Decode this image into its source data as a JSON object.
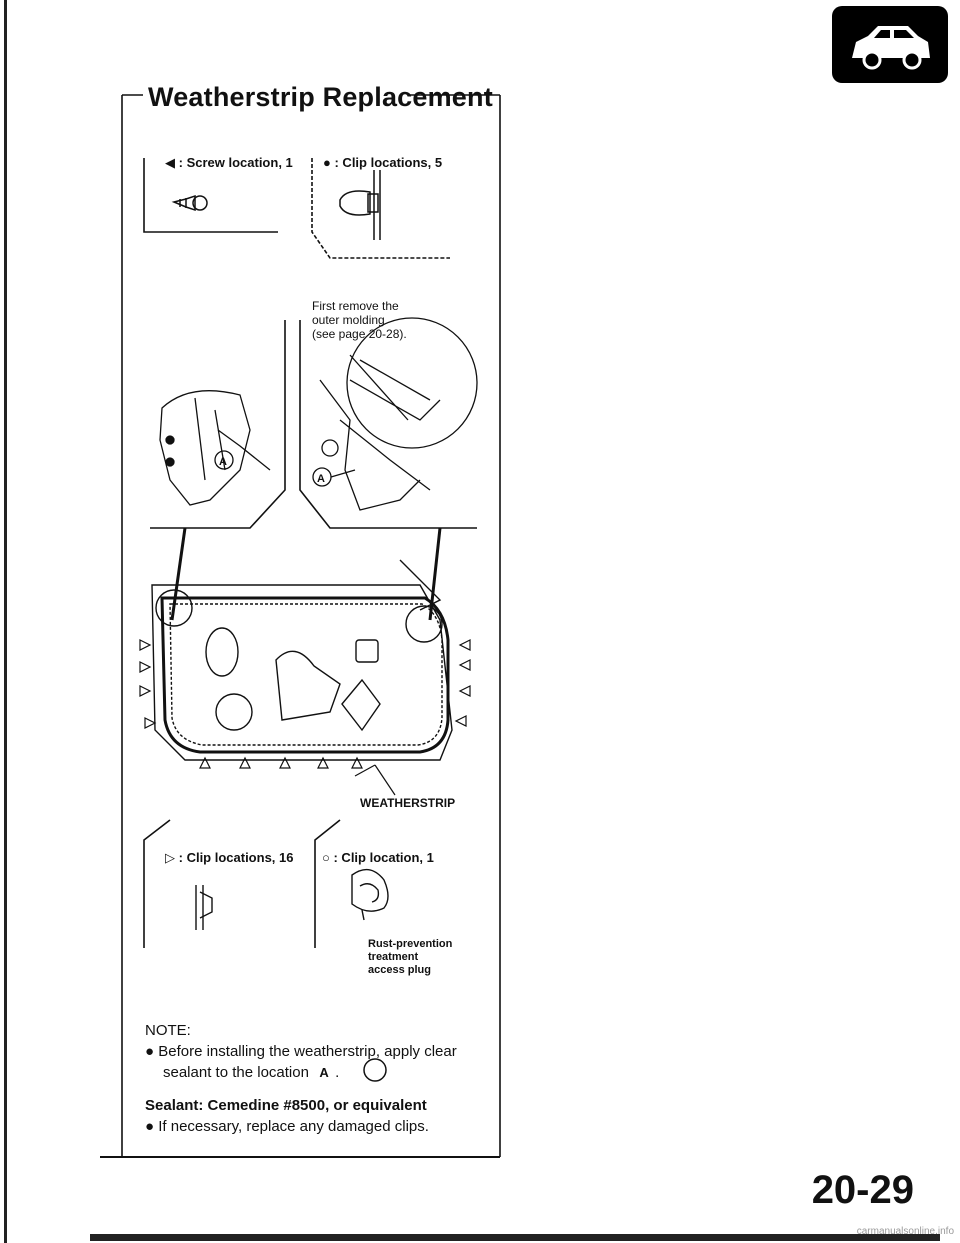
{
  "header": {
    "title": "Weatherstrip Replacement"
  },
  "legend": {
    "screw": {
      "label": ": Screw location, 1"
    },
    "clip_top": {
      "label": ": Clip locations, 5"
    },
    "clip_side": {
      "label": ": Clip locations, 16"
    },
    "clip_single": {
      "label": ": Clip location, 1"
    }
  },
  "callouts": {
    "first_remove": [
      "First remove the",
      "outer molding",
      "(see page 20-28)."
    ],
    "location_a": "A",
    "weatherstrip": "WEATHERSTRIP",
    "rust_plug": [
      "Rust-prevention",
      "treatment",
      "access plug"
    ]
  },
  "note": {
    "heading": "NOTE:",
    "bullet1_line1": "Before installing the weatherstrip, apply clear",
    "bullet1_line2": "sealant to the location",
    "sealant": "Sealant: Cemedine #8500, or equivalent",
    "bullet2": "If necessary, replace any damaged clips."
  },
  "footer": {
    "page_number": "20-29",
    "site": "carmanualsonline.info"
  },
  "colors": {
    "ink": "#111111",
    "badge": "#000000",
    "paper": "#ffffff"
  },
  "icons": [
    "car-badge-icon",
    "screw-icon",
    "clip-icon",
    "door-weatherstrip-diagram",
    "triangle-marker-icon",
    "circle-marker-icon"
  ]
}
